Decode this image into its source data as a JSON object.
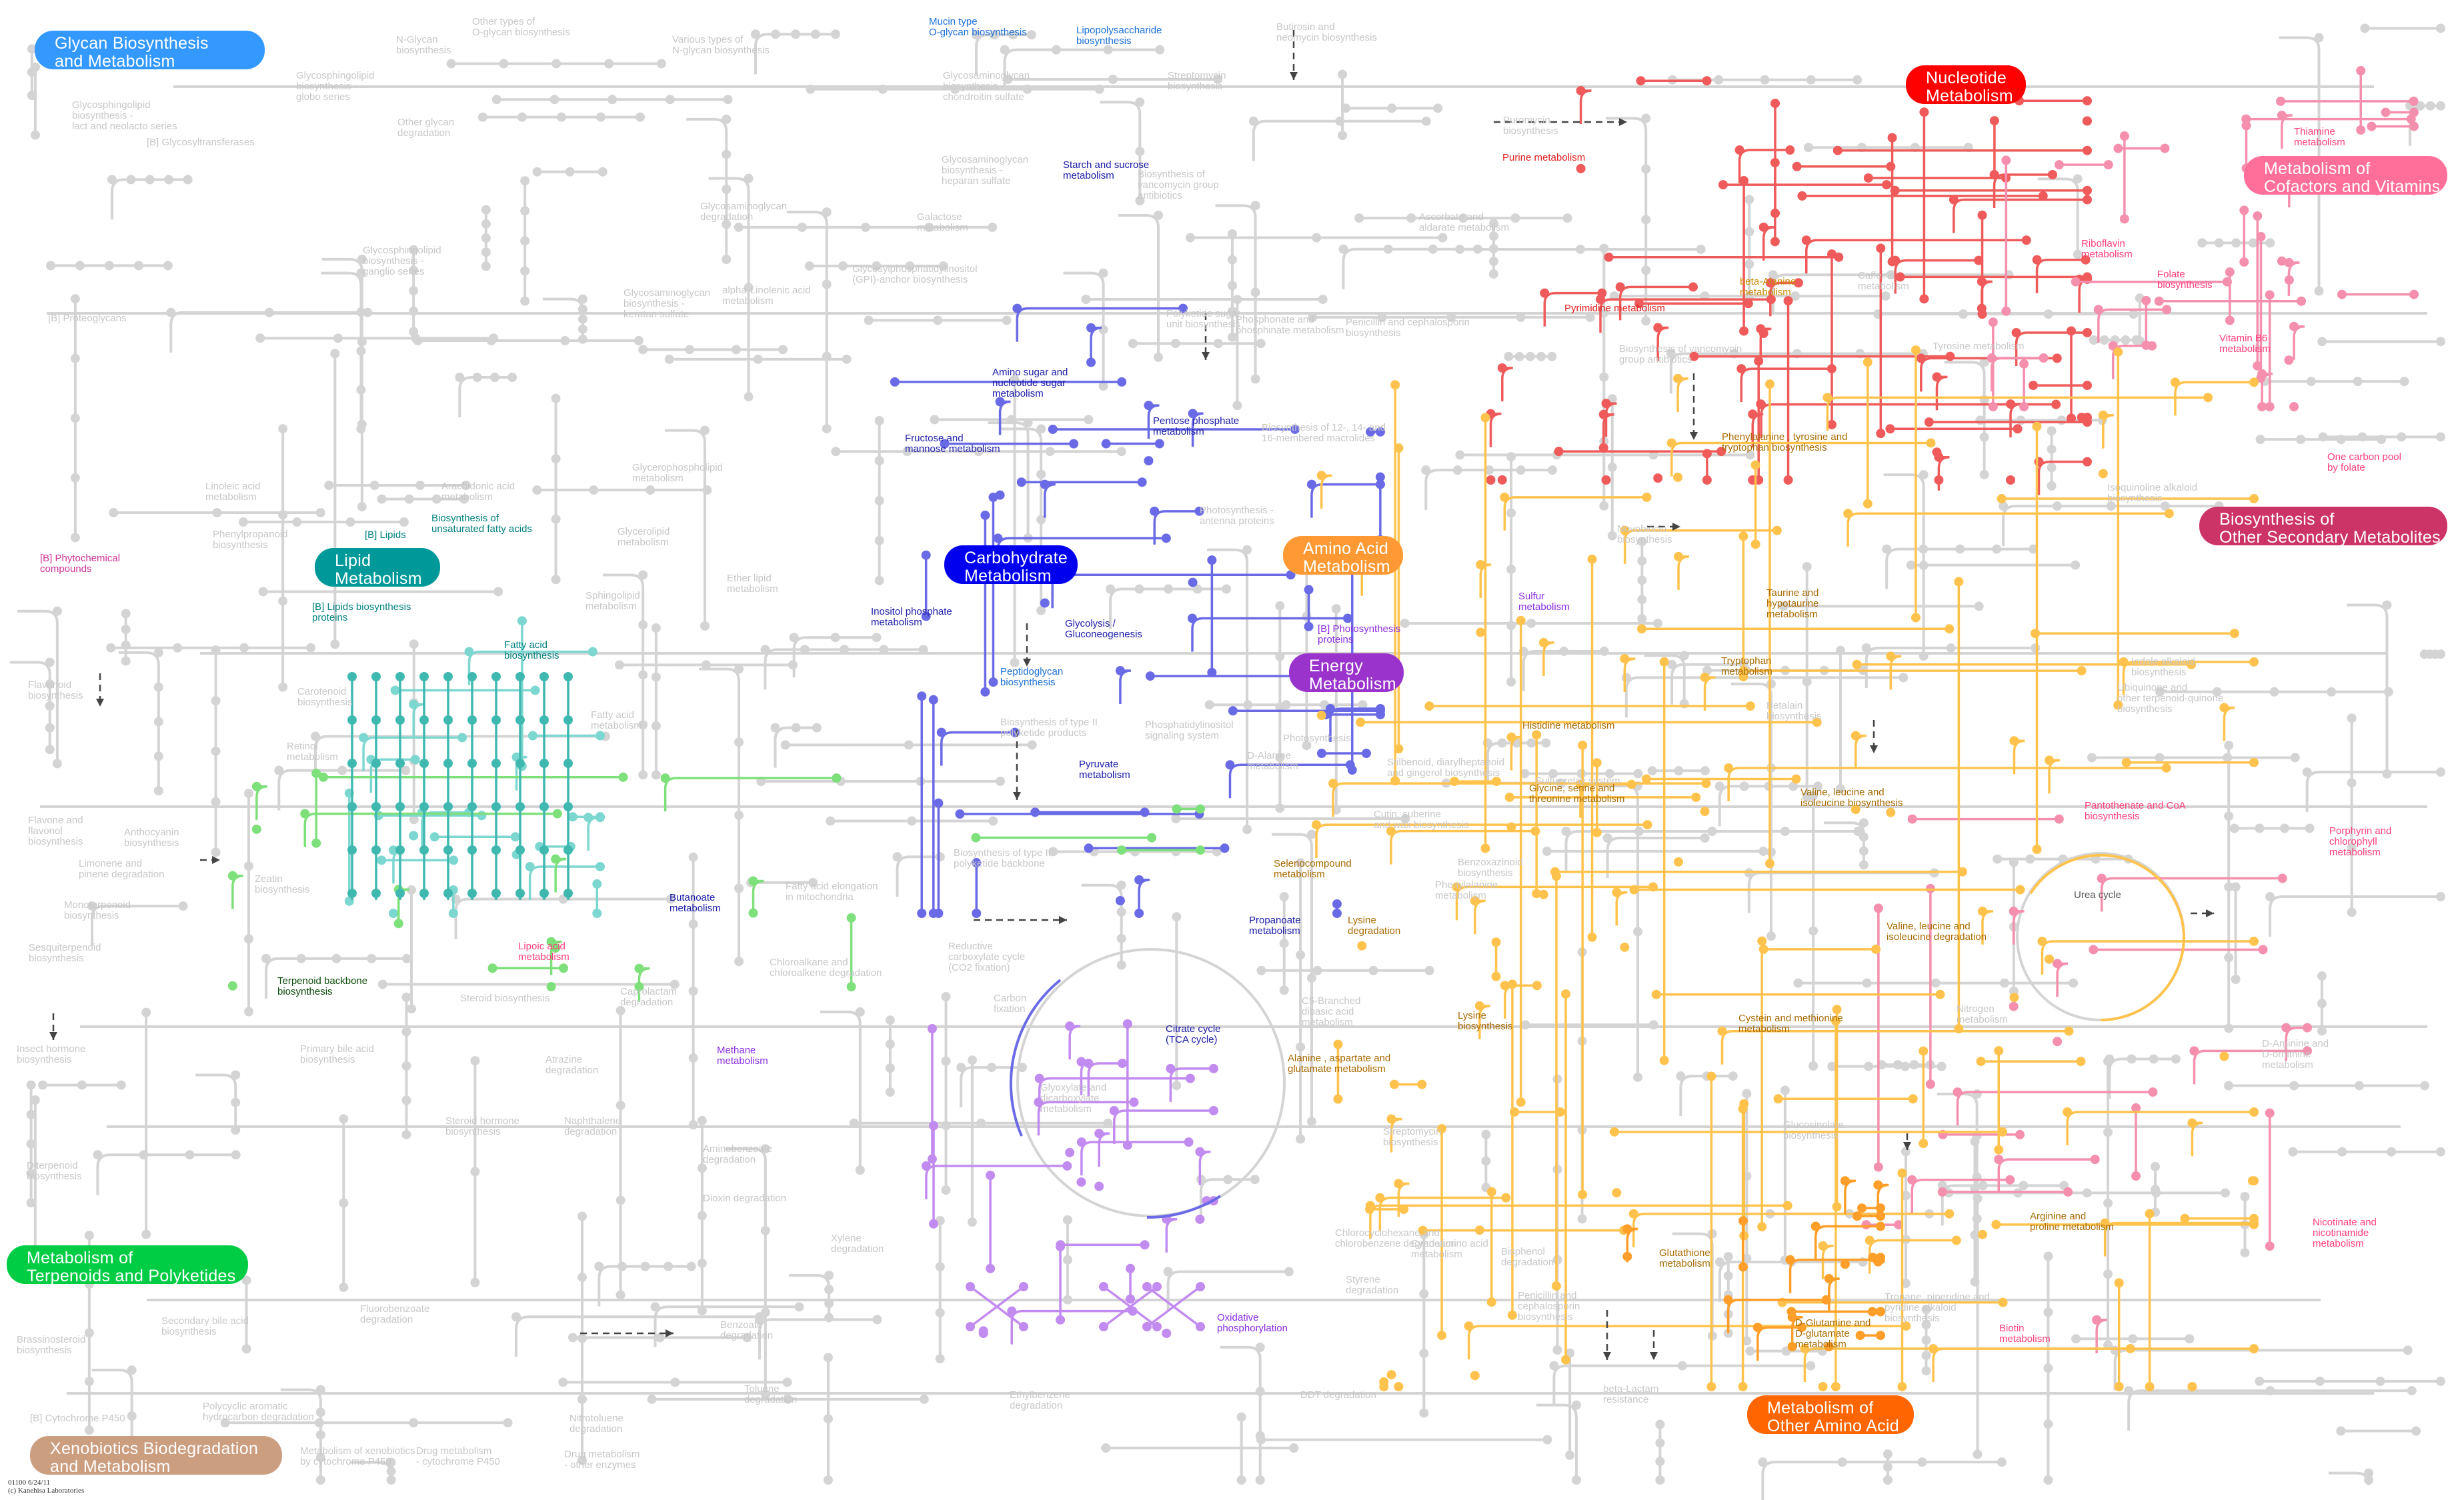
{
  "colors": {
    "background": "#ffffff",
    "background_network": "#d4d4d4",
    "glycan": "#3399ff",
    "nucleotide": "#f0525a",
    "cofactors": "#ff7a9e",
    "secondary": "#c82e6e",
    "lipid": "#009999",
    "carbohydrate": "#0000dd",
    "amino_acid": "#ff9933",
    "energy": "#9933cc",
    "terpenoid": "#33cc33",
    "xenobiotics": "#cc9966",
    "other_amino": "#ff6600",
    "terpenoid_backbone": "#33bb33",
    "xenobiotic_label": "#bbbbbb"
  },
  "categories": [
    {
      "key": "glycan",
      "label": "Glycan Biosynthesis\nand Metabolism",
      "color": "#3399ff"
    },
    {
      "key": "nucleotide",
      "label": "Nucleotide\nMetabolism",
      "color": "#ff0000"
    },
    {
      "key": "cofactors",
      "label": "Metabolism of\nCofactors and Vitamins",
      "color": "#ff6f9a"
    },
    {
      "key": "secondary",
      "label": "Biosynthesis of\nOther Secondary Metabolites",
      "color": "#cc3366"
    },
    {
      "key": "lipid",
      "label": "Lipid\nMetabolism",
      "color": "#009999"
    },
    {
      "key": "carbohydrate",
      "label": "Carbohydrate\nMetabolism",
      "color": "#0000ee"
    },
    {
      "key": "amino_acid",
      "label": "Amino Acid\nMetabolism",
      "color": "#ff9933"
    },
    {
      "key": "energy",
      "label": "Energy\nMetabolism",
      "color": "#9933cc"
    },
    {
      "key": "terpenoid",
      "label": "Metabolism of\nTerpenoids and Polyketides",
      "color": "#00cc44"
    },
    {
      "key": "xenobiotics",
      "label": "Xenobiotics Biodegradation\nand Metabolism",
      "color": "#cc9e80"
    },
    {
      "key": "other_amino",
      "label": "Metabolism of\nOther Amino Acid",
      "color": "#ff6600"
    }
  ],
  "pathways": [
    {
      "key": "o_glycan",
      "label": "Mucin type\nO-glycan biosynthesis",
      "color": "#1a6fd6"
    },
    {
      "key": "lps",
      "label": "Lipopolysaccharide\nbiosynthesis",
      "color": "#1a6fd6"
    },
    {
      "key": "peptidoglycan",
      "label": "Peptidoglycan\nbiosynthesis",
      "color": "#1a6fd6"
    },
    {
      "key": "purine",
      "label": "Purine metabolism",
      "color": "#e21d1d"
    },
    {
      "key": "pyrimidine",
      "label": "Pyrimidine metabolism",
      "color": "#e21d1d"
    },
    {
      "key": "beta_alanine",
      "label": "beta-Alanine\nmetabolism",
      "color": "#c98a00"
    },
    {
      "key": "thiamine",
      "label": "Thiamine\nmetabolism",
      "color": "#ff3d7a"
    },
    {
      "key": "riboflavin",
      "label": "Riboflavin\nmetabolism",
      "color": "#ff3d7a"
    },
    {
      "key": "folate",
      "label": "Folate\nbiosynthesis",
      "color": "#ff3d7a"
    },
    {
      "key": "vitamin_b6",
      "label": "Vitamin B6\nmetabolism",
      "color": "#ff3d7a"
    },
    {
      "key": "one_carbon",
      "label": "One carbon pool\nby folate",
      "color": "#ff3d7a"
    },
    {
      "key": "pantothenate",
      "label": "Pantothenate and CoA\nbiosynthesis",
      "color": "#ff3d7a"
    },
    {
      "key": "porphyrin",
      "label": "Porphyrin and\nchlorophyll\nmetabolism",
      "color": "#ff3d7a"
    },
    {
      "key": "nicotinate",
      "label": "Nicotinate and\nnicotinamide\nmetabolism",
      "color": "#ff3d7a"
    },
    {
      "key": "biotin",
      "label": "Biotin\nmetabolism",
      "color": "#ff3d7a"
    },
    {
      "key": "lipoic",
      "label": "Lipoic acid\nmetabolism",
      "color": "#ff3d7a"
    },
    {
      "key": "phytochemical",
      "label": "[B] Phytochemical\ncompounds",
      "color": "#cc3399"
    },
    {
      "key": "starch",
      "label": "Starch and sucrose\nmetabolism",
      "color": "#1a1aa8"
    },
    {
      "key": "amino_sugar",
      "label": "Amino sugar and\nnucleotide sugar\nmetabolism",
      "color": "#1a1aa8"
    },
    {
      "key": "pentose",
      "label": "Pentose phosphate\nmetabolism",
      "color": "#1a1aa8"
    },
    {
      "key": "fructose",
      "label": "Fructose and\nmannose metabolism",
      "color": "#1a1aa8"
    },
    {
      "key": "inositol",
      "label": "Inositol phosphate\nmetabolism",
      "color": "#1a1aa8"
    },
    {
      "key": "glycolysis",
      "label": "Glycolysis /\nGluconeogenesis",
      "color": "#1a1aa8"
    },
    {
      "key": "pyruvate",
      "label": "Pyruvate\nmetabolism",
      "color": "#1a1aa8"
    },
    {
      "key": "butanoate",
      "label": "Butanoate\nmetabolism",
      "color": "#1a1aa8"
    },
    {
      "key": "propanoate",
      "label": "Propanoate\nmetabolism",
      "color": "#1a1aa8"
    },
    {
      "key": "tca",
      "label": "Citrate cycle\n(TCA cycle)",
      "color": "#1a1aa8"
    },
    {
      "key": "lipids_b",
      "label": "[B] Lipids",
      "color": "#007f7f"
    },
    {
      "key": "unsat_fa",
      "label": "Biosynthesis of\nunsaturated fatty acids",
      "color": "#007f7f"
    },
    {
      "key": "lipids_proteins",
      "label": "[B] Lipids biosynthesis\nproteins",
      "color": "#007f7f"
    },
    {
      "key": "fa_biosynthesis",
      "label": "Fatty acid\nbiosynthesis",
      "color": "#007f7f"
    },
    {
      "key": "terpenoid_backbone",
      "label": "Terpenoid backbone\nbiosynthesis",
      "color": "#0a4a0a"
    },
    {
      "key": "sulfur",
      "label": "Sulfur\nmetabolism",
      "color": "#8a2be2"
    },
    {
      "key": "photosynthesis",
      "label": "[B] Photosynthesis\nproteins",
      "color": "#8a2be2"
    },
    {
      "key": "methane",
      "label": "Methane\nmetabolism",
      "color": "#8a2be2"
    },
    {
      "key": "oxphos",
      "label": "Oxidative\nphosphorylation",
      "color": "#8a2be2"
    },
    {
      "key": "phe_tyr_trp",
      "label": "Phenylalanine , tyrosine and\ntryptophan biosynthesis",
      "color": "#a86a00"
    },
    {
      "key": "taurine",
      "label": "Taurine and\nhypotaurine\nmetabolism",
      "color": "#a86a00"
    },
    {
      "key": "tryptophan",
      "label": "Tryptophan\nmetabolism",
      "color": "#a86a00"
    },
    {
      "key": "histidine",
      "label": "Histidine metabolism",
      "color": "#a86a00"
    },
    {
      "key": "glycine",
      "label": "Glycine, serine and\nthreonine metabolism",
      "color": "#a86a00"
    },
    {
      "key": "valine_bio",
      "label": "Valine, leucine and\nisoleucine biosynthesis",
      "color": "#a86a00"
    },
    {
      "key": "selenocompound",
      "label": "Selenocompound\nmetabolism",
      "color": "#a86a00"
    },
    {
      "key": "lysine_deg",
      "label": "Lysine\ndegradation",
      "color": "#a86a00"
    },
    {
      "key": "valine_deg",
      "label": "Valine, leucine and\nisoleucine degradation",
      "color": "#a86a00"
    },
    {
      "key": "urea",
      "label": "Urea cycle",
      "color": "#555555"
    },
    {
      "key": "lysine_bio",
      "label": "Lysine\nbiosynthesis",
      "color": "#a86a00"
    },
    {
      "key": "cysteine",
      "label": "Cystein and methionine\nmetabolism",
      "color": "#a86a00"
    },
    {
      "key": "alanine",
      "label": "Alanine , aspartate and\nglutamate metabolism",
      "color": "#a86a00"
    },
    {
      "key": "arginine",
      "label": "Arginine and\nproline metabolism",
      "color": "#a86a00"
    },
    {
      "key": "glutathione",
      "label": "Glutathione\nmetabolism",
      "color": "#a86a00"
    },
    {
      "key": "d_glutamine",
      "label": "D-Glutamine and\nD-glutamate\nmetabolism",
      "color": "#a86a00"
    }
  ],
  "faint_labels": [
    {
      "key": "f01",
      "label": "N-Glycan\nbiosynthesis"
    },
    {
      "key": "f02",
      "label": "Other types of\nO-glycan biosynthesis"
    },
    {
      "key": "f03",
      "label": "Various types of\nN-glycan biosynthesis"
    },
    {
      "key": "f04",
      "label": "Glycosphingolipid\nbiosynthesis -\nglobo series"
    },
    {
      "key": "f05",
      "label": "Glycosphingolipid\nbiosynthesis -\nlact and neolacto series"
    },
    {
      "key": "f06",
      "label": "Other glycan\ndegradation"
    },
    {
      "key": "f07",
      "label": "[B] Glycosyltransferases"
    },
    {
      "key": "f08",
      "label": "Glycosaminoglycan\nbiosynthesis -\nchondroitin sulfate"
    },
    {
      "key": "f09",
      "label": "Glycosaminoglycan\nbiosynthesis -\nheparan sulfate"
    },
    {
      "key": "f10",
      "label": "Glycosaminoglycan\ndegradation"
    },
    {
      "key": "f11",
      "label": "Glycosphingolipid\nbiosynthesis -\nganglio series"
    },
    {
      "key": "f12",
      "label": "Glycosaminoglycan\nbiosynthesis -\nkeratan sulfate"
    },
    {
      "key": "f13",
      "label": "Glycosylphosphatidylinositol\n(GPI)-anchor biosynthesis"
    },
    {
      "key": "f14",
      "label": "[B] Proteoglycans"
    },
    {
      "key": "f15",
      "label": "Streptomycin\nbiosynthesis"
    },
    {
      "key": "f16",
      "label": "Butirosin and\nneomycin biosynthesis"
    },
    {
      "key": "f17",
      "label": "Biosynthesis of\nvancomycin group\nantibiotics"
    },
    {
      "key": "f18",
      "label": "Galactose\nmetabolism"
    },
    {
      "key": "f19",
      "label": "alpha-Linolenic acid\nmetabolism"
    },
    {
      "key": "f20",
      "label": "Polyketide sugar\nunit biosynthesis"
    },
    {
      "key": "f21",
      "label": "Puromycin\nbiosynthesis"
    },
    {
      "key": "f22",
      "label": "Ascorbate and\naldarate metabolism"
    },
    {
      "key": "f23",
      "label": "Penicillin and cephalosporin\nbiosynthesis"
    },
    {
      "key": "f24",
      "label": "Caffeine\nmetabolism"
    },
    {
      "key": "f25",
      "label": "Biosynthesis of vancomycin\ngroup antibiotics"
    },
    {
      "key": "f26",
      "label": "Tyrosine metabolism"
    },
    {
      "key": "f27",
      "label": "Linoleic acid\nmetabolism"
    },
    {
      "key": "f28",
      "label": "Arachidonic acid\nmetabolism"
    },
    {
      "key": "f29",
      "label": "Glycerophospholipid\nmetabolism"
    },
    {
      "key": "f30",
      "label": "Phenylpropanoid\nbiosynthesis"
    },
    {
      "key": "f31",
      "label": "Glycerolipid\nmetabolism"
    },
    {
      "key": "f32",
      "label": "Sphingolipid\nmetabolism"
    },
    {
      "key": "f33",
      "label": "Ether lipid\nmetabolism"
    },
    {
      "key": "f34",
      "label": "Phosphonate and\nphosphinate metabolism"
    },
    {
      "key": "f35",
      "label": "Photosynthesis -\nantenna proteins"
    },
    {
      "key": "f36",
      "label": "Biosynthesis of 12-, 14- and\n16-membered macrolides"
    },
    {
      "key": "f37",
      "label": "Novobiocin\nbiosynthesis"
    },
    {
      "key": "f38",
      "label": "Isoquinoline alkaloid\nbiosynthesis"
    },
    {
      "key": "f39",
      "label": "Flavonoid\nbiosynthesis"
    },
    {
      "key": "f40",
      "label": "Carotenoid\nbiosynthesis"
    },
    {
      "key": "f41",
      "label": "Retinol\nmetabolism"
    },
    {
      "key": "f42",
      "label": "Flavone and\nflavonol\nbiosynthesis"
    },
    {
      "key": "f43",
      "label": "Anthocyanin\nbiosynthesis"
    },
    {
      "key": "f44",
      "label": "Limonene and\npinene degradation"
    },
    {
      "key": "f45",
      "label": "Monoterpenoid\nbiosynthesis"
    },
    {
      "key": "f46",
      "label": "Sesquiterpenoid\nbiosynthesis"
    },
    {
      "key": "f47",
      "label": "Zeatin\nbiosynthesis"
    },
    {
      "key": "f48",
      "label": "Insect hormone\nbiosynthesis"
    },
    {
      "key": "f49",
      "label": "Diterpenoid\nbiosynthesis"
    },
    {
      "key": "f50",
      "label": "Brassinosteroid\nbiosynthesis"
    },
    {
      "key": "f51",
      "label": "Secondary bile acid\nbiosynthesis"
    },
    {
      "key": "f52",
      "label": "[B] Cytochrome P450"
    },
    {
      "key": "f53",
      "label": "Polycyclic aromatic\nhydrocarbon degradation"
    },
    {
      "key": "f54",
      "label": "Metabolism of xenobiotics\nby cytochrome P450"
    },
    {
      "key": "f55",
      "label": "Drug metabolism\n- cytochrome P450"
    },
    {
      "key": "f56",
      "label": "Nitrotoluene\ndegradation"
    },
    {
      "key": "f57",
      "label": "Drug metabolism\n- other enzymes"
    },
    {
      "key": "f58",
      "label": "Caprolactam\ndegradation"
    },
    {
      "key": "f59",
      "label": "Steroid biosynthesis"
    },
    {
      "key": "f60",
      "label": "Primary bile acid\nbiosynthesis"
    },
    {
      "key": "f61",
      "label": "Atrazine\ndegradation"
    },
    {
      "key": "f62",
      "label": "Steroid hormone\nbiosynthesis"
    },
    {
      "key": "f63",
      "label": "Naphthalene\ndegradation"
    },
    {
      "key": "f64",
      "label": "Fluorobenzoate\ndegradation"
    },
    {
      "key": "f65",
      "label": "Aminobenzoate\ndegradation"
    },
    {
      "key": "f66",
      "label": "Dioxin degradation"
    },
    {
      "key": "f67",
      "label": "Xylene\ndegradation"
    },
    {
      "key": "f68",
      "label": "Toluene\ndegradation"
    },
    {
      "key": "f69",
      "label": "Benzoate\ndegradation"
    },
    {
      "key": "f70",
      "label": "Ethylbenzene\ndegradation"
    },
    {
      "key": "f71",
      "label": "Chloroalkane and\nchloroalkene degradation"
    },
    {
      "key": "f72",
      "label": "Reductive\ncarboxylate cycle\n(CO2 fixation)"
    },
    {
      "key": "f73",
      "label": "Fatty acid elongation\nin mitochondria"
    },
    {
      "key": "f74",
      "label": "Biosynthesis of type II\npolyketide backbone"
    },
    {
      "key": "f75",
      "label": "Biosynthesis of type II\npolyketide products"
    },
    {
      "key": "f76",
      "label": "Phosphatidylinositol\nsignaling system"
    },
    {
      "key": "f77",
      "label": "D-Alanine\nmetabolism"
    },
    {
      "key": "f78",
      "label": "Carbon\nfixation"
    },
    {
      "key": "f79",
      "label": "Glyoxylate and\ndicarboxylate\nmetabolism"
    },
    {
      "key": "f80",
      "label": "C5-Branched\ndibasic acid\nmetabolism"
    },
    {
      "key": "f81",
      "label": "Streptomycin\nbiosynthesis"
    },
    {
      "key": "f82",
      "label": "Cyanoamino acid\nmetabolism"
    },
    {
      "key": "f83",
      "label": "Styrene\ndegradation"
    },
    {
      "key": "f84",
      "label": "Chlorocyclohexane and\nchlorobenzene degradation"
    },
    {
      "key": "f85",
      "label": "Bisphenol\ndegradation"
    },
    {
      "key": "f86",
      "label": "Penicillin and\ncephalosporin\nbiosynthesis"
    },
    {
      "key": "f87",
      "label": "beta-Lactam\nresistance"
    },
    {
      "key": "f88",
      "label": "DDT degradation"
    },
    {
      "key": "f89",
      "label": "Tropane, piperidine and\npyridine alkaloid\nbiosynthesis"
    },
    {
      "key": "f90",
      "label": "Nitrogen\nmetabolism"
    },
    {
      "key": "f91",
      "label": "Glucosinolate\nbiosynthesis"
    },
    {
      "key": "f92",
      "label": "D-Arginine and\nD-ornithine\nmetabolism"
    },
    {
      "key": "f93",
      "label": "Indole alkaloid\nbiosynthesis"
    },
    {
      "key": "f94",
      "label": "Ubiquinone and\nother terpenoid-quinone\nbiosynthesis"
    },
    {
      "key": "f95",
      "label": "Betalain\nbiosynthesis"
    },
    {
      "key": "f96",
      "label": "Benzoxazinoid\nbiosynthesis"
    },
    {
      "key": "f97",
      "label": "Phenylalanine\nmetabolism"
    },
    {
      "key": "f98",
      "label": "Cutin, suberine\nand wax biosynthesis"
    },
    {
      "key": "f99",
      "label": "Fatty acid\nmetabolism"
    },
    {
      "key": "f100",
      "label": "Nicotinate and\nnicotinamide"
    },
    {
      "key": "f101",
      "label": "Stilbenoid, diarylheptanoid\nand gingerol biosynthesis"
    },
    {
      "key": "f102",
      "label": "Sulfur relay system"
    },
    {
      "key": "f103",
      "label": "Photosynthesis"
    },
    {
      "key": "f104",
      "label": "Fluorobenzoate\ndegradation"
    },
    {
      "key": "f105",
      "label": "Ethylbenzene\ndegradation"
    },
    {
      "key": "f106",
      "label": "Lipoic acid"
    }
  ],
  "footer": "01100 6/24/11\n(c) Kanehisa Laboratories"
}
